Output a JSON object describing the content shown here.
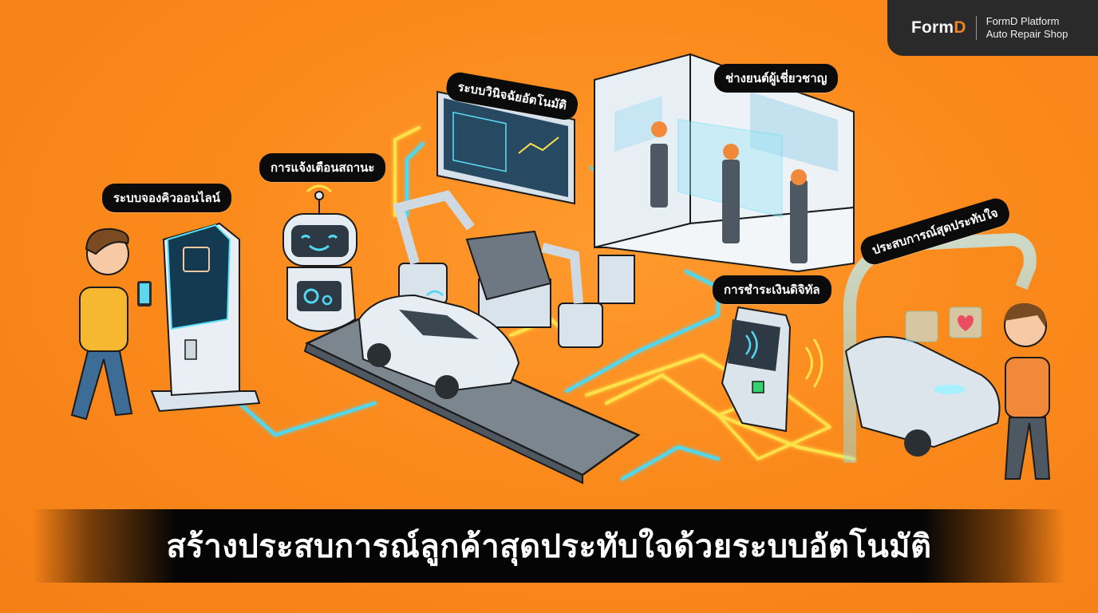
{
  "brand": {
    "logo_main": "Form",
    "logo_accent": "D",
    "line1": "FormD Platform",
    "line2": "Auto Repair Shop"
  },
  "labels": {
    "online_booking": "ระบบจองคิวออนไลน์",
    "status_notification": "การแจ้งเตือนสถานะ",
    "auto_diagnosis": "ระบบวินิจฉัยอัตโนมัติ",
    "expert_mechanics": "ช่างยนต์ผู้เชี่ยวชาญ",
    "digital_payment": "การชำระเงินดิจิทัล",
    "impressive_experience": "ประสบการณ์สุดประทับใจ"
  },
  "banner": {
    "title": "สร้างประสบการณ์ลูกค้าสุดประทับใจด้วยระบบอัตโนมัติ"
  },
  "scene": {
    "stations": [
      {
        "id": "booking-kiosk",
        "icon": "calendar-icon"
      },
      {
        "id": "robot-assistant",
        "icon": "gear-icon"
      },
      {
        "id": "diagnosis-monitor",
        "icon": "engine-icon"
      },
      {
        "id": "mechanic-room",
        "icon": "chart-icon"
      },
      {
        "id": "payment-terminal",
        "icon": "contactless-icon"
      },
      {
        "id": "delivery-arch",
        "icons": [
          "thumbs-up-icon",
          "heart-icon"
        ]
      }
    ]
  },
  "colors": {
    "background": "#fb8a1c",
    "brand_accent": "#f08220",
    "flow_cyan": "#4fd8f0",
    "flow_yellow": "#ffe14a",
    "pill_bg": "#0b0b0b",
    "panel_dark": "#2a2a2a"
  }
}
